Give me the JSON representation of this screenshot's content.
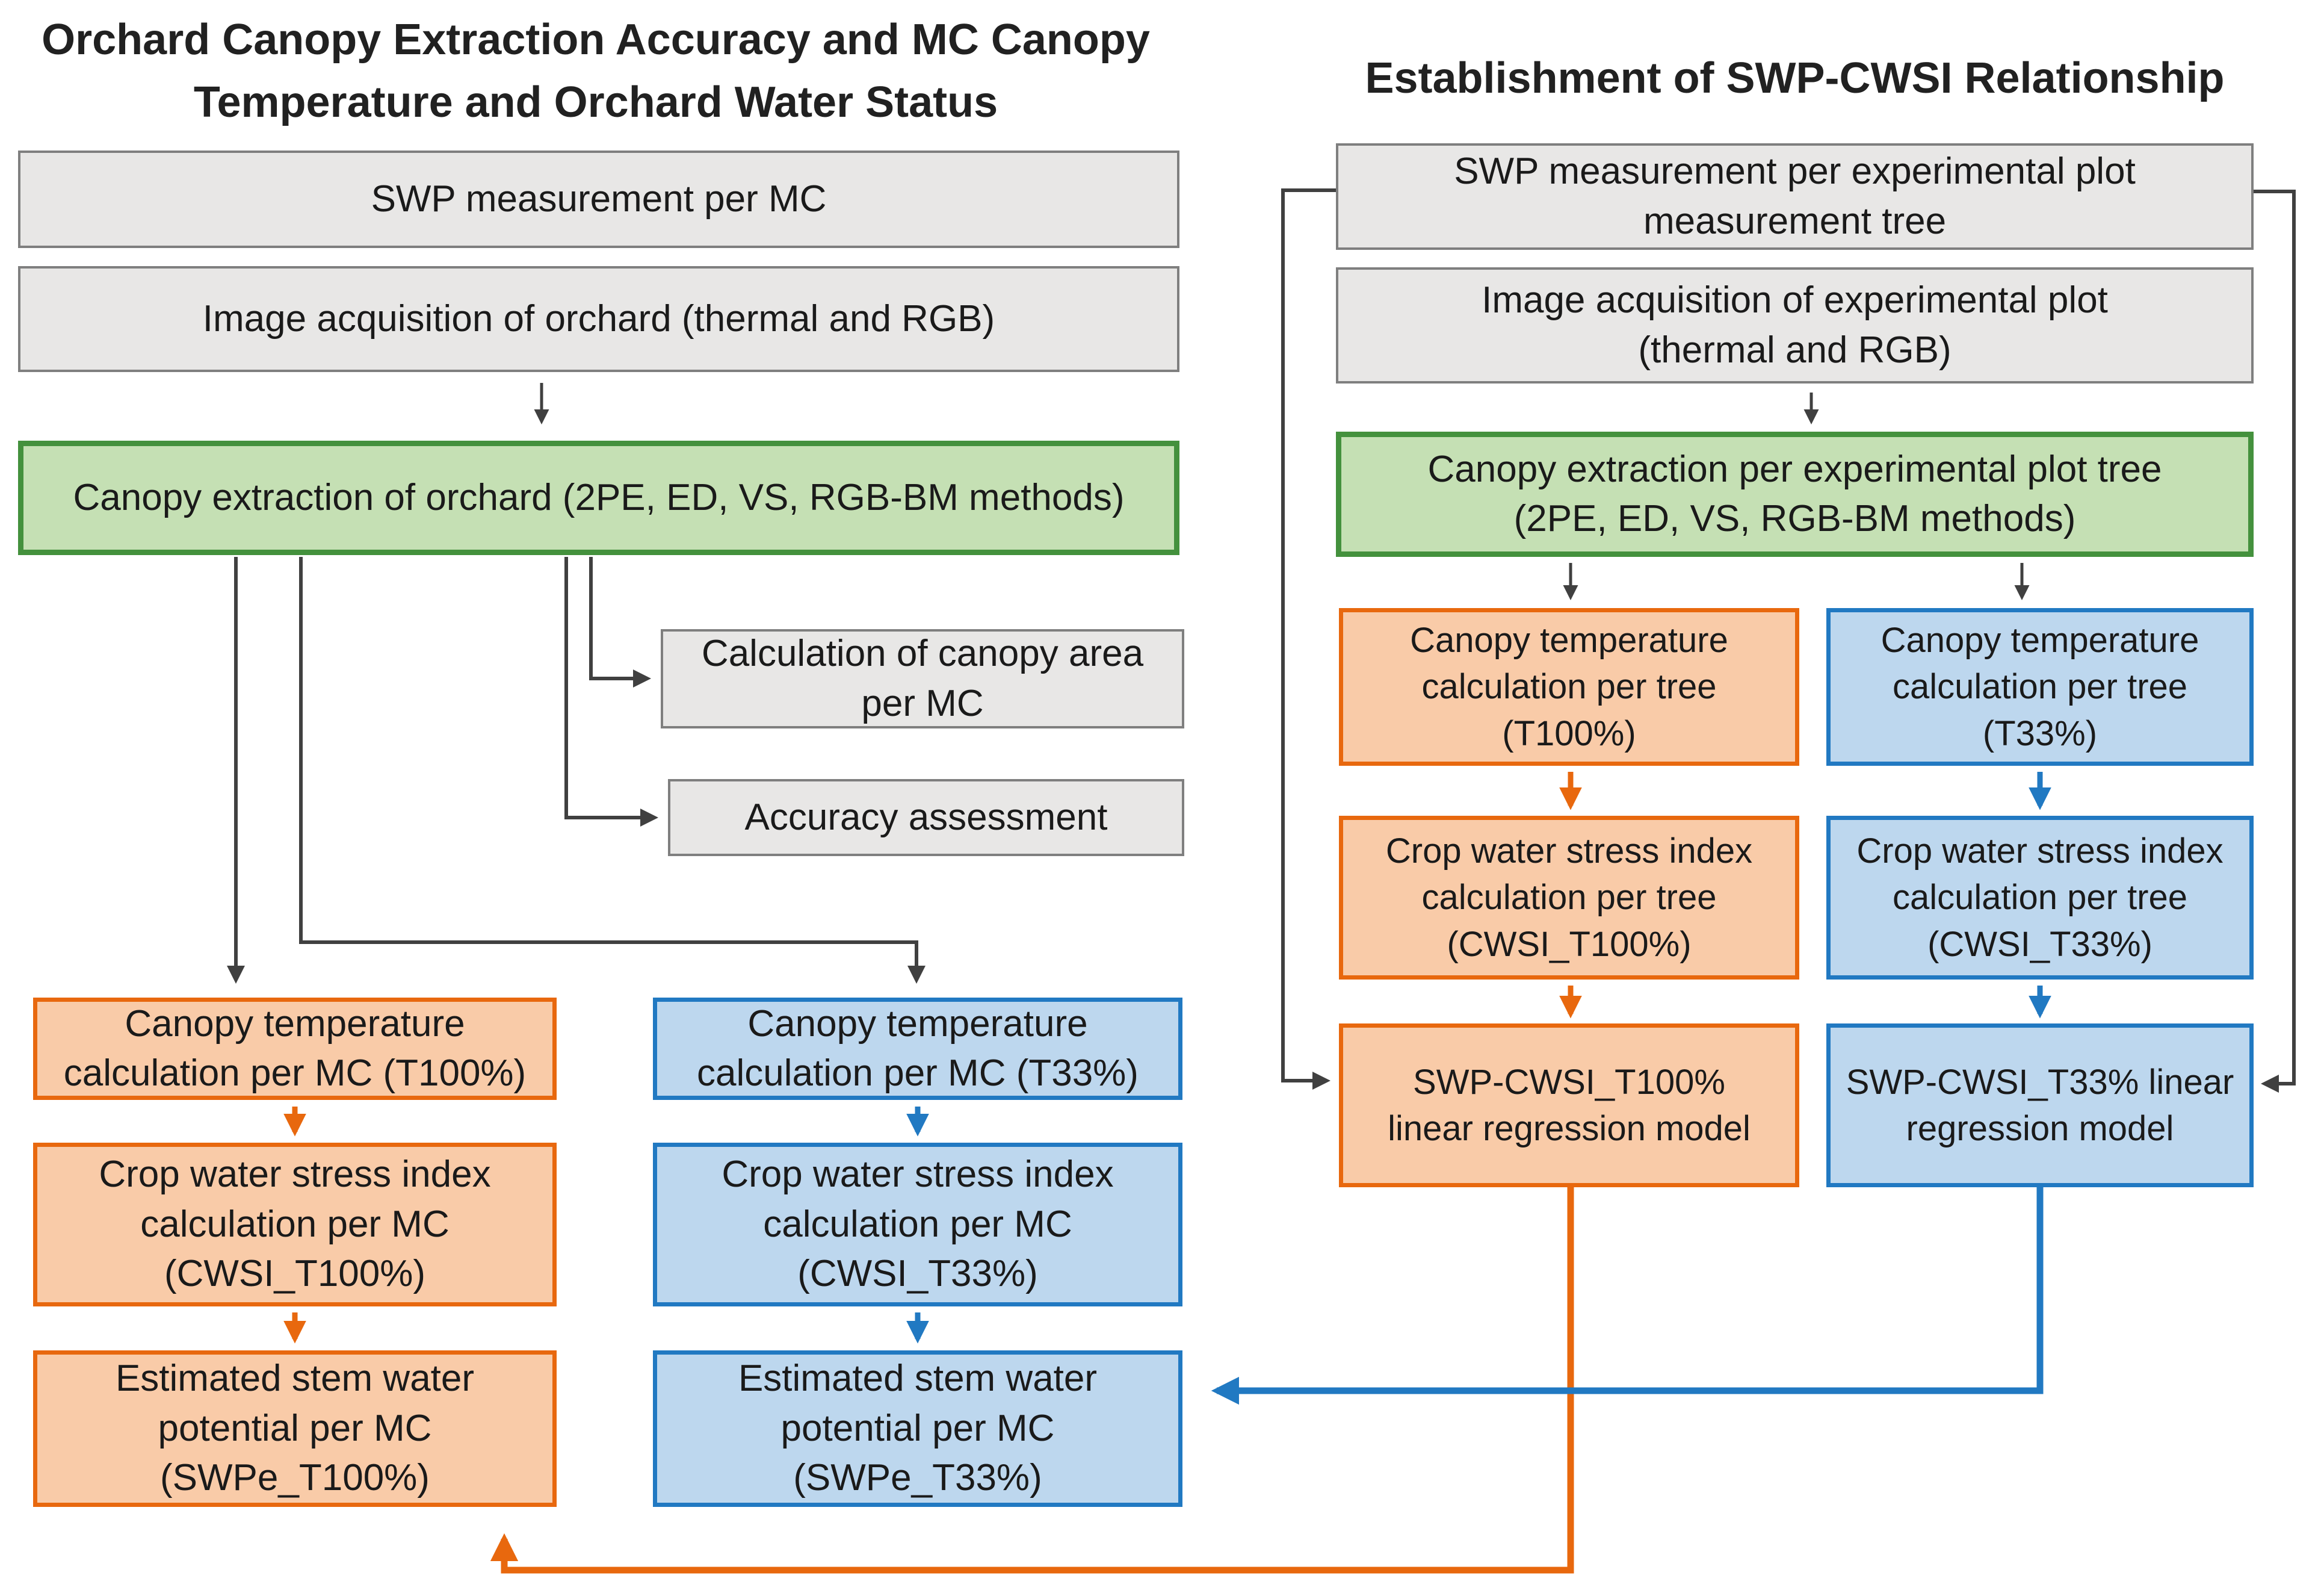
{
  "left": {
    "title": "Orchard Canopy Extraction Accuracy and MC Canopy\nTemperature and Orchard Water Status",
    "swp_box": "SWP measurement per MC",
    "acq_box": "Image acquisition of orchard (thermal and RGB)",
    "extract_box": "Canopy extraction of orchard (2PE, ED, VS, RGB-BM methods)",
    "area_box": "Calculation of canopy area\nper MC",
    "accuracy_box": "Accuracy assessment",
    "t100": {
      "temp": "Canopy temperature\ncalculation per MC (T100%)",
      "cwsi": "Crop water stress index\ncalculation per MC\n(CWSI_T100%)",
      "swpe": "Estimated stem water\npotential per MC\n(SWPe_T100%)"
    },
    "t33": {
      "temp": "Canopy temperature\ncalculation per MC (T33%)",
      "cwsi": "Crop water stress index\ncalculation per MC\n(CWSI_T33%)",
      "swpe": "Estimated stem water\npotential per MC\n(SWPe_T33%)"
    }
  },
  "right": {
    "title": "Establishment of SWP-CWSI Relationship",
    "swp_box": "SWP measurement per experimental plot\nmeasurement tree",
    "acq_box": "Image acquisition of experimental plot\n(thermal and RGB)",
    "extract_box": "Canopy extraction per experimental plot tree\n(2PE, ED, VS, RGB-BM methods)",
    "t100": {
      "temp": "Canopy temperature\ncalculation per tree\n(T100%)",
      "cwsi": "Crop water stress index\ncalculation per tree\n(CWSI_T100%)",
      "model": "SWP-CWSI_T100%\nlinear regression model"
    },
    "t33": {
      "temp": "Canopy temperature\ncalculation per tree\n(T33%)",
      "cwsi": "Crop water stress index\ncalculation per tree\n(CWSI_T33%)",
      "model": "SWP-CWSI_T33% linear\nregression model"
    }
  },
  "colors": {
    "gray_fill": "#E8E7E6",
    "gray_border": "#7F7F7F",
    "green_fill": "#C5E0B4",
    "green_border": "#44913D",
    "orange_fill": "#F9CBA8",
    "orange_border": "#E8680E",
    "blue_fill": "#BDD7EE",
    "blue_border": "#2179C2",
    "connector_dark": "#404040",
    "text": "#1A1A1A"
  }
}
